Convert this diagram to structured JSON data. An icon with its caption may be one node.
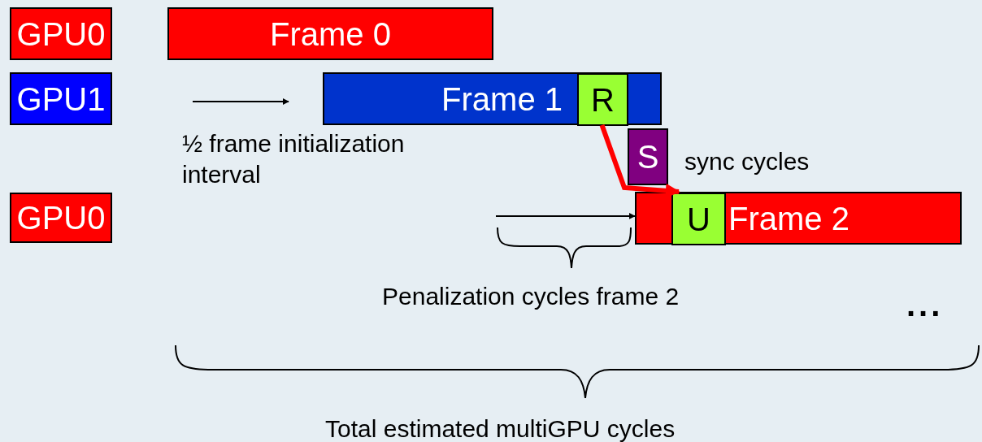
{
  "diagram": {
    "nodes": [
      {
        "text": [
          "GPU0"
        ]
      },
      {
        "text": [
          "Frame 0"
        ]
      },
      {
        "text": [
          "GPU1"
        ]
      },
      {
        "text": [
          "Frame 1"
        ]
      },
      {
        "text": [
          "R"
        ],
        "in": 3
      },
      {
        "text": [
          "S"
        ],
        "beside": [
          "sync cycles"
        ]
      },
      {
        "text": [
          "GPU0"
        ]
      },
      {
        "text": [
          "Frame 2"
        ]
      },
      {
        "text": [
          "U"
        ],
        "in": 7
      }
    ],
    "edges": [
      {
        "from": null,
        "to": 7,
        "arrow": "to"
      },
      {
        "from": 4,
        "to": 8,
        "arrow": "to",
        "style": "thick",
        "color": "#ff0000"
      }
    ],
    "labels": [
      "½ frame initialization interval",
      "Penalization cycles frame 2",
      "...",
      "Total estimated multiGPU cycles"
    ]
  }
}
